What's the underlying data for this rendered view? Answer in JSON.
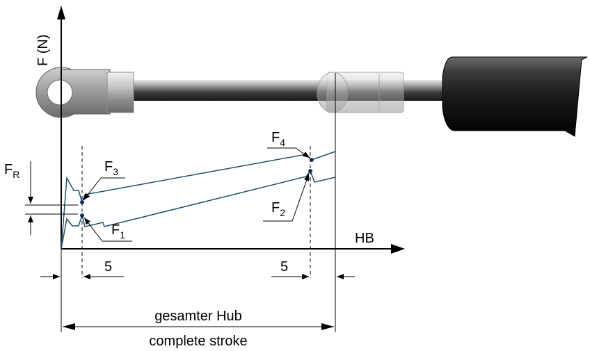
{
  "axes": {
    "y_label": "F (N)",
    "x_label": "HB"
  },
  "forces": {
    "f_main": "F",
    "f1_sub": "1",
    "f2_sub": "2",
    "f3_sub": "3",
    "f4_sub": "4",
    "fr_sub": "R"
  },
  "dimensions": {
    "left_offset": "5",
    "right_offset": "5",
    "stroke_de": "gesamter Hub",
    "stroke_en": "complete stroke"
  },
  "colors": {
    "curve": "#1f4e6b",
    "point": "#1a3a6e",
    "line": "#000000"
  }
}
